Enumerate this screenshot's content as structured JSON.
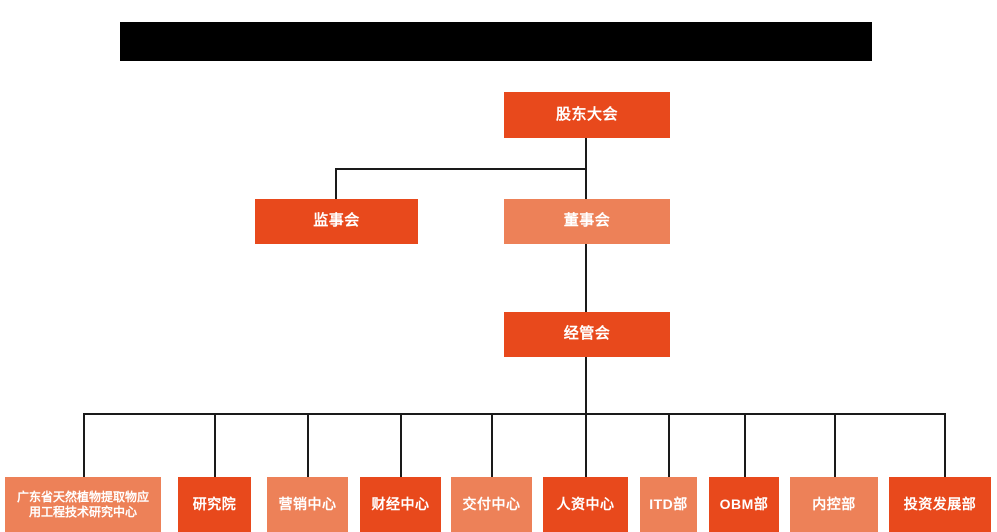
{
  "chart": {
    "type": "org-chart",
    "title_bar": {
      "name": "redacted-title-bar",
      "text": "",
      "color": "#000000"
    },
    "colors": {
      "dark_orange": "#E8491C",
      "light_orange": "#ED8158",
      "connector": "#1a1a1a",
      "background": "#ffffff",
      "text": "#ffffff"
    },
    "levels": [
      {
        "level": 1,
        "nodes": [
          {
            "id": "shareholders",
            "label": "股东大会",
            "shade": "dark"
          }
        ]
      },
      {
        "level": 2,
        "nodes": [
          {
            "id": "supervisors",
            "label": "监事会",
            "shade": "dark"
          },
          {
            "id": "board",
            "label": "董事会",
            "shade": "light"
          }
        ]
      },
      {
        "level": 3,
        "nodes": [
          {
            "id": "management",
            "label": "经管会",
            "shade": "dark"
          }
        ]
      },
      {
        "level": 4,
        "nodes": [
          {
            "id": "dept-1",
            "label": "广东省天然植物提取物应\n用工程技术研究中心",
            "line1": "广东省天然植物提取物应",
            "line2": "用工程技术研究中心",
            "shade": "light"
          },
          {
            "id": "dept-2",
            "label": "研究院",
            "shade": "dark"
          },
          {
            "id": "dept-3",
            "label": "营销中心",
            "shade": "light"
          },
          {
            "id": "dept-4",
            "label": "财经中心",
            "shade": "dark"
          },
          {
            "id": "dept-5",
            "label": "交付中心",
            "shade": "light"
          },
          {
            "id": "dept-6",
            "label": "人资中心",
            "shade": "dark"
          },
          {
            "id": "dept-7",
            "label": "ITD部",
            "shade": "light"
          },
          {
            "id": "dept-8",
            "label": "OBM部",
            "shade": "dark"
          },
          {
            "id": "dept-9",
            "label": "内控部",
            "shade": "light"
          },
          {
            "id": "dept-10",
            "label": "投资发展部",
            "shade": "dark"
          }
        ]
      }
    ]
  }
}
